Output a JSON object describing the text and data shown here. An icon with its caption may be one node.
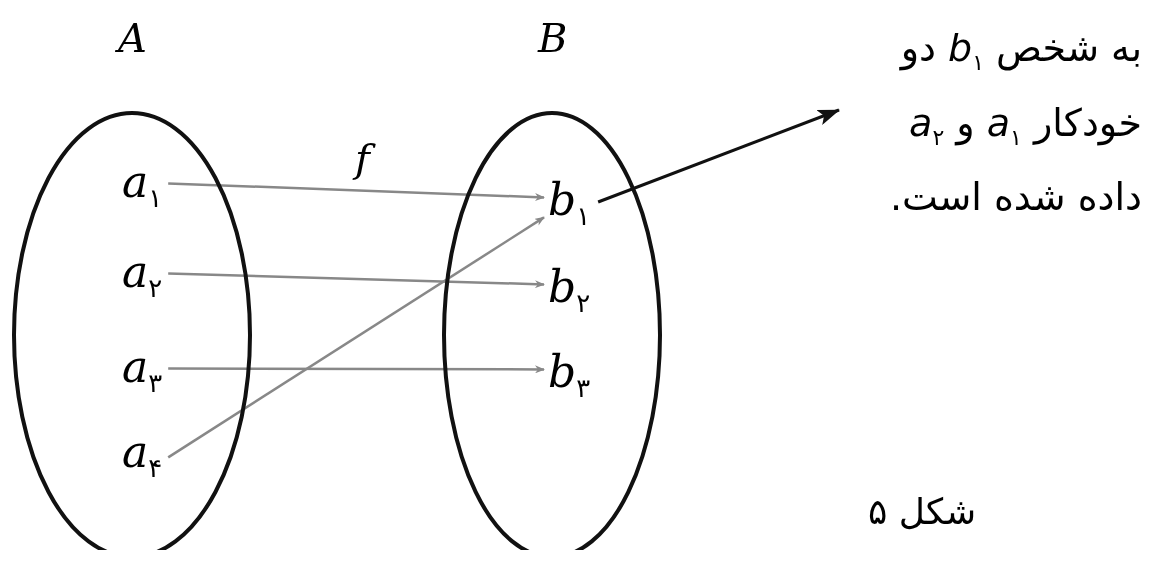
{
  "diagram": {
    "nodes": [
      {
        "text": [
          "A"
        ]
      },
      {
        "text": [
          "B"
        ]
      },
      {
        "text": [
          "*a*$_{۱}$"
        ],
        "in": 0
      },
      {
        "text": [
          "*a*$_{۲}$"
        ],
        "in": 0
      },
      {
        "text": [
          "*a*$_{۳}$"
        ],
        "in": 0
      },
      {
        "text": [
          "*a*$_{۴}$"
        ],
        "in": 0
      },
      {
        "text": [
          "*b*$_{۱}$"
        ],
        "in": 1
      },
      {
        "text": [
          "*b*$_{۲}$"
        ],
        "in": 1
      },
      {
        "text": [
          "*b*$_{۳}$"
        ],
        "in": 1
      },
      {
        "text": [
          "به شخص *b*$_{۱}$ دو خودکار *a*$_{۱}$ و *a*$_{۲}$ داده شده است."
        ]
      }
    ],
    "edges": [
      {
        "from": 2,
        "to": 6,
        "arrow": "to",
        "label": "f"
      },
      {
        "from": 3,
        "to": 7,
        "arrow": "to"
      },
      {
        "from": 4,
        "to": 8,
        "arrow": "to"
      },
      {
        "from": 5,
        "to": 6,
        "arrow": "to"
      },
      {
        "from": 6,
        "to": 9,
        "arrow": "to",
        "color": "#111111"
      }
    ],
    "labels": [
      "شکل ۵"
    ]
  }
}
